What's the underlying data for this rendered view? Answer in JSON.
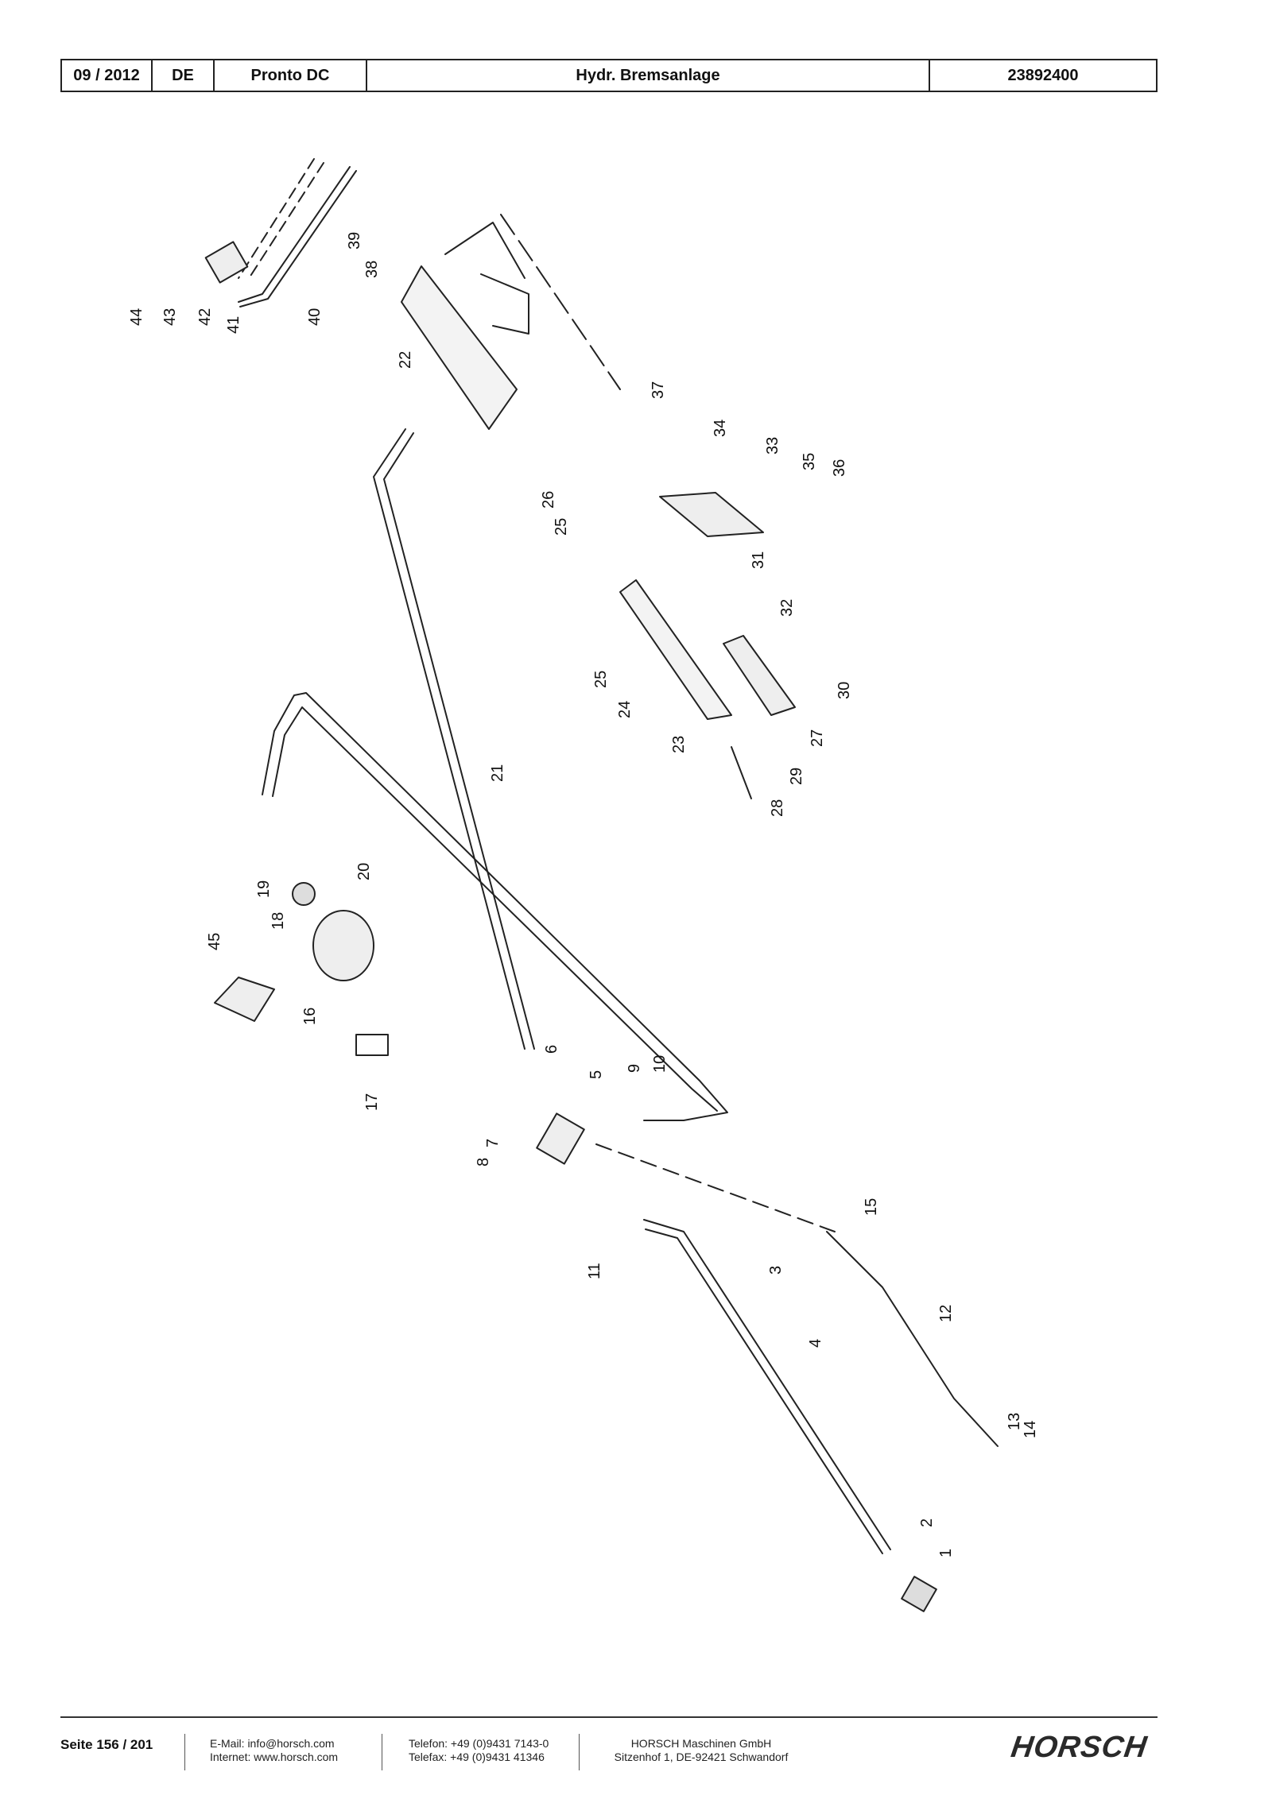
{
  "header": {
    "date": "09 / 2012",
    "language": "DE",
    "machine": "Pronto DC",
    "title": "Hydr. Bremsanlage",
    "part_number": "23892400"
  },
  "callouts": [
    "1",
    "2",
    "3",
    "4",
    "5",
    "6",
    "7",
    "8",
    "9",
    "10",
    "11",
    "12",
    "13",
    "14",
    "15",
    "16",
    "17",
    "18",
    "19",
    "20",
    "21",
    "22",
    "23",
    "24",
    "25",
    "25",
    "26",
    "27",
    "28",
    "29",
    "30",
    "31",
    "32",
    "33",
    "34",
    "35",
    "36",
    "37",
    "38",
    "39",
    "40",
    "41",
    "42",
    "43",
    "44",
    "45"
  ],
  "footer": {
    "page": "Seite 156 / 201",
    "email": "E-Mail: info@horsch.com",
    "internet": "Internet: www.horsch.com",
    "phone": "Telefon: +49 (0)9431 7143-0",
    "fax": "Telefax: +49 (0)9431 41346",
    "company": "HORSCH Maschinen GmbH",
    "address": "Sitzenhof 1, DE-92421 Schwandorf",
    "logo": "HORSCH"
  }
}
